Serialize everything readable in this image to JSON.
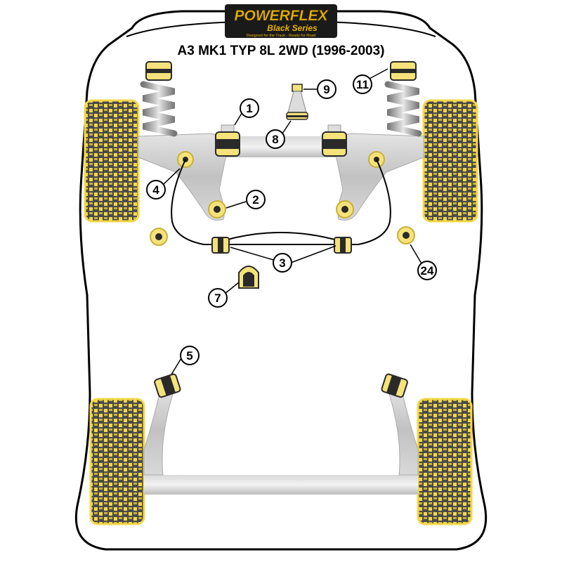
{
  "brand": {
    "name": "POWERFLEX",
    "series": "Black Series",
    "tagline": "Designed for the Track - Ready for Road"
  },
  "title": "A3 MK1 TYP 8L 2WD (1996-2003)",
  "callouts": {
    "c1": "1",
    "c2": "2",
    "c3": "3",
    "c4": "4",
    "c5": "5",
    "c7": "7",
    "c8": "8",
    "c9": "9",
    "c11": "11",
    "c24": "24"
  },
  "colors": {
    "body_outline": "#000000",
    "chassis_fill": "#ffffff",
    "tyre_yellow": "#f2d84a",
    "tyre_dark": "#4a4a4a",
    "arm_grey": "#c9c9c9",
    "bush_yellow": "#f5e27a",
    "bush_black": "#2a2a2a",
    "brand_gold": "#e8b400"
  }
}
